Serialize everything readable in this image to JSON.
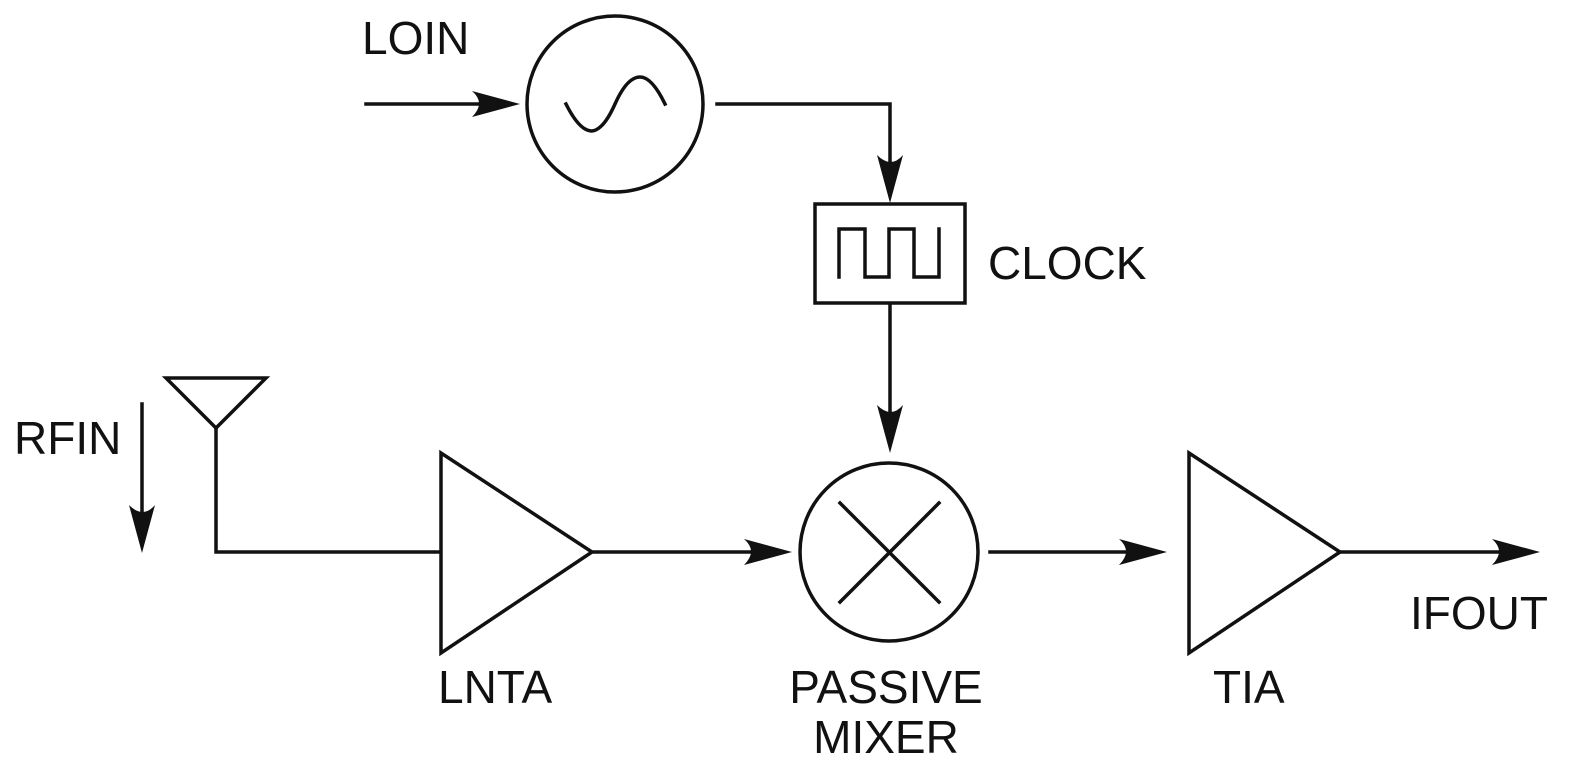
{
  "labels": {
    "loin": "LOIN",
    "clock": "CLOCK",
    "rfin": "RFIN",
    "lnta": "LNTA",
    "mixer_line1": "PASSIVE",
    "mixer_line2": "MIXER",
    "tia": "TIA",
    "ifout": "IFOUT"
  },
  "colors": {
    "stroke": "#111111",
    "background": "#ffffff"
  },
  "icons": {
    "oscillator": "sine-wave-icon",
    "clock": "square-wave-icon",
    "mixer": "multiply-cross-icon",
    "antenna": "antenna-icon"
  }
}
